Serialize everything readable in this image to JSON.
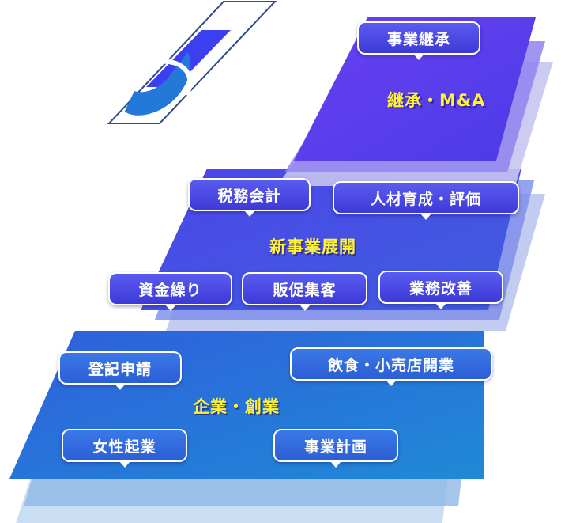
{
  "tiers": [
    {
      "title": "継承・M&A",
      "tags": [
        "事業継承"
      ]
    },
    {
      "title": "新事業展開",
      "tags": [
        "税務会計",
        "人材育成・評価",
        "資金繰り",
        "販促集客",
        "業務改善"
      ]
    },
    {
      "title": "企業・創業",
      "tags": [
        "登記申請",
        "飲食・小売店開業",
        "女性起業",
        "事業計画"
      ]
    }
  ],
  "colors": {
    "top_tier": "#5b3ff0",
    "middle_tier": "#4a55e4",
    "bottom_tier": "#2a72d8",
    "title_text": "#fff23a",
    "bubble_bg": "#4a4ae6"
  }
}
